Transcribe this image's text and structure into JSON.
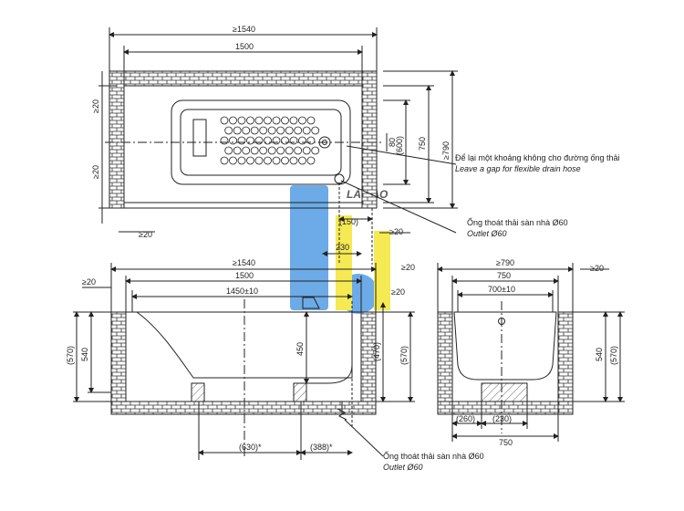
{
  "top_view": {
    "overall_width": "≥1540",
    "inner_width": "1500",
    "overall_depth": "≥790",
    "tub_depth": "750",
    "inner_depth": "(600)",
    "gap_80": "80",
    "gap_20_top": "≥20",
    "gap_20_mid": "≥20",
    "gap_20_bottom": "≥20",
    "outlet_offset": "(150)",
    "outlet_230": "230",
    "gap_20_right": "≥20"
  },
  "front_view": {
    "overall_width": "≥1540",
    "inner_width": "1500",
    "bath_length": "1450±10",
    "gap_left": "≥20",
    "gap_right": "≥20",
    "gap_right2": "≥20",
    "height_570": "(570)",
    "height_540": "540",
    "drain_450": "450",
    "drain_470": "(470)",
    "height_570_right": "(570)",
    "dim_630": "(630)*",
    "dim_388": "(388)*"
  },
  "side_view": {
    "overall_width": "≥790",
    "tub_width": "750",
    "inner_width": "700±10",
    "gap_20": "≥20",
    "height_540": "540",
    "height_570": "(570)",
    "dim_260": "(260)",
    "dim_230": "(230)",
    "bottom_750": "750"
  },
  "notes": {
    "gap_vi": "Để lại một khoảng không cho đường ống thải",
    "gap_en": "Leave a gap for flexible drain hose",
    "outlet_vi_1": "Ống thoát thải sàn nhà Ø60",
    "outlet_en_1": "Outlet Ø60",
    "outlet_vi_2": "Ống thoát thải sàn nhà Ø60",
    "outlet_en_2": "Outlet Ø60"
  },
  "watermark": "LÀ VÀO",
  "colors": {
    "line": "#222222",
    "brick": "#555555",
    "logo_blue": "#3c8fe0",
    "logo_yellow": "#f2e21b"
  }
}
